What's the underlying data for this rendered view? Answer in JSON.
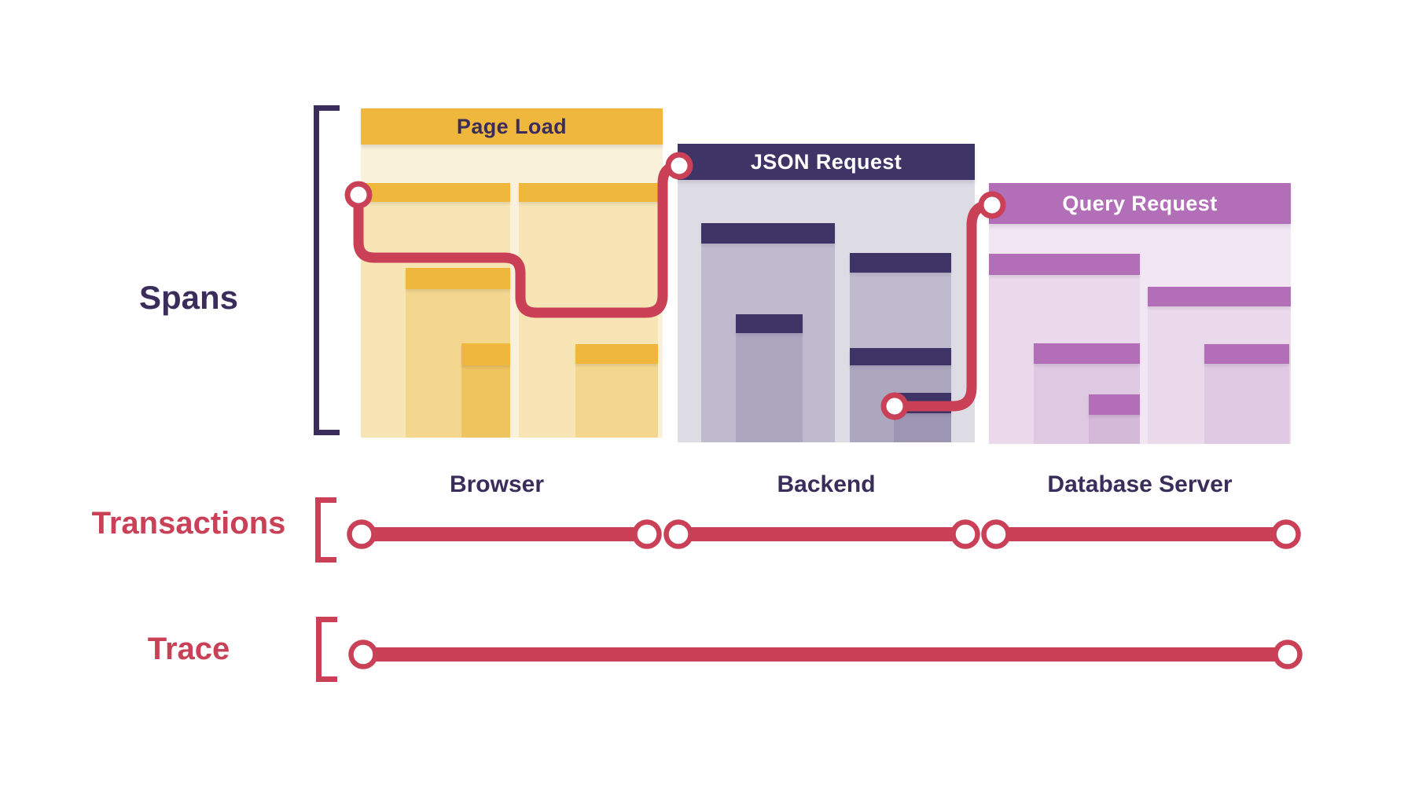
{
  "row_labels": {
    "spans": "Spans",
    "transactions": "Transactions",
    "trace": "Trace"
  },
  "services": [
    {
      "name": "Browser",
      "transaction_title": "Page Load",
      "theme": "yellow"
    },
    {
      "name": "Backend",
      "transaction_title": "JSON Request",
      "theme": "navy"
    },
    {
      "name": "Database Server",
      "transaction_title": "Query Request",
      "theme": "purple"
    }
  ],
  "structure": {
    "transactions_count": 3,
    "trace_count": 1,
    "note_visible_elements": "three nested span waterfalls connected by one red trace path; three transaction segments; one trace segment"
  },
  "colors": {
    "bg": "#FFFFFF",
    "navy_text": "#3A2D5C",
    "crimson": "#C94057",
    "header_text_light": "#FFFFFF",
    "yh": "#F0B73D",
    "y0": "#FAF1DB",
    "y1": "#F8E5B5",
    "y2": "#F3D78F",
    "y3": "#EFC45F",
    "nh": "#3E3566",
    "n0": "#DDDBE4",
    "n1": "#BFBACE",
    "n2": "#ACA6BF",
    "n3": "#9C96B2",
    "ph": "#B26FB8",
    "p0": "#F2E6F3",
    "p1": "#EAD9EB",
    "p2": "#DFC8E1",
    "p3": "#D5B9D8"
  }
}
